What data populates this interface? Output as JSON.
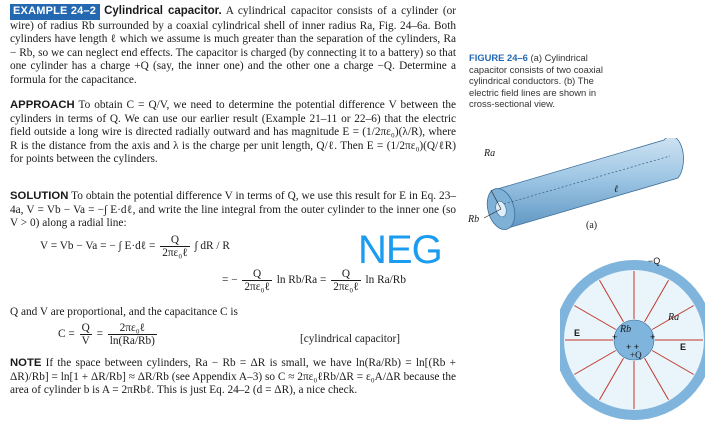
{
  "example": {
    "badge": "EXAMPLE 24–2",
    "title": "Cylindrical capacitor.",
    "intro": "A cylindrical capacitor consists of a cylinder (or wire) of radius Rb surrounded by a coaxial cylindrical shell of inner radius Ra, Fig. 24–6a. Both cylinders have length ℓ which we assume is much greater than the separation of the cylinders, Ra − Rb, so we can neglect end effects. The capacitor is charged (by connecting it to a battery) so that one cylinder has a charge +Q (say, the inner one) and the other one a charge −Q. Determine a formula for the capacitance.",
    "approach_label": "APPROACH",
    "approach": "To obtain C = Q/V, we need to determine the potential difference V between the cylinders in terms of Q. We can use our earlier result (Example 21–11 or 22–6) that the electric field outside a long wire is directed radially outward and has magnitude E = (1/2πε₀)(λ/R), where R is the distance from the axis and λ is the charge per unit length, Q/ℓ. Then E = (1/2πε₀)(Q/ℓR) for points between the cylinders.",
    "solution_label": "SOLUTION",
    "solution": "To obtain the potential difference V in terms of Q, we use this result for E in Eq. 23–4a, V = Vb − Va = −∫ E·dℓ, and write the line integral from the outer cylinder to the inner one (so V > 0) along a radial line:",
    "eq1_lhs": "V = Vb − Va = −",
    "eq1_int": "∫ E·dℓ =",
    "eq1_frac_n": "Q",
    "eq1_frac_d": "2πε₀ℓ",
    "eq1_int2": "∫ dR / R",
    "eq2_lead": "= −",
    "eq2_frac_n": "Q",
    "eq2_frac_d": "2πε₀ℓ",
    "eq2_ln": "ln Rb/Ra",
    "eq2_eq": "=",
    "eq2_frac2_n": "Q",
    "eq2_frac2_d": "2πε₀ℓ",
    "eq2_ln2": "ln Ra/Rb",
    "proportional": "Q and V are proportional, and the capacitance C is",
    "cap_lhs": "C =",
    "cap_frac_n": "Q",
    "cap_frac_d": "V",
    "cap_eq": "=",
    "cap_frac2_n": "2πε₀ℓ",
    "cap_frac2_d": "ln(Ra/Rb)",
    "cap_tag": "[cylindrical capacitor]",
    "note_label": "NOTE",
    "note": "If the space between cylinders, Ra − Rb = ΔR is small, we have ln(Ra/Rb) = ln[(Rb + ΔR)/Rb] = ln[1 + ΔR/Rb] ≈ ΔR/Rb (see Appendix A–3) so C ≈ 2πε₀ℓRb/ΔR = ε₀A/ΔR because the area of cylinder b is A = 2πRbℓ. This is just Eq. 24–2 (d = ΔR), a nice check."
  },
  "caption": {
    "label": "FIGURE 24–6",
    "text": "(a) Cylindrical capacitor consists of two coaxial cylindrical conductors. (b) The electric field lines are shown in cross-sectional view."
  },
  "annotation": "NEG",
  "figure": {
    "a_label": "(a)",
    "ra": "Ra",
    "rb": "Rb",
    "ell": "ℓ",
    "minusq": "−Q",
    "plusq": "+Q",
    "e_left": "E",
    "e_right": "E",
    "b_ra": "Ra",
    "b_rb": "Rb"
  },
  "colors": {
    "badge": "#2468b2",
    "annotation": "#1c9cf0",
    "cylinder": "#9fc7e4",
    "field": "#c0392b"
  }
}
